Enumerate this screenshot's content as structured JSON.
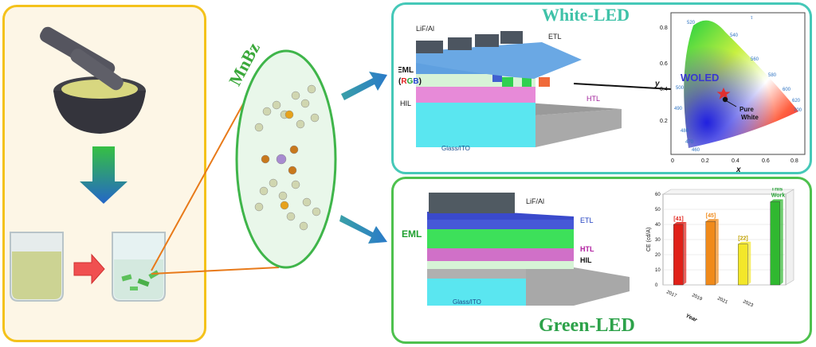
{
  "left_panel": {},
  "center": {
    "material": "MnBz"
  },
  "white_led": {
    "title": "White-LED",
    "layers": {
      "cathode": "LiF/Al",
      "etl": "ETL",
      "eml": "EML",
      "eml_rgb_r": "R",
      "eml_rgb_g": "G",
      "eml_rgb_b": "B",
      "htl": "HTL",
      "hil": "HIL",
      "substrate": "Glass/ITO"
    }
  },
  "cie": {
    "xlabel": "x",
    "ylabel": "y",
    "woled_label": "WOLED",
    "pure_white_label_1": "Pure",
    "pure_white_label_2": "White",
    "x_ticks": [
      "0",
      "0.2",
      "0.4",
      "0.6",
      "0.8"
    ],
    "y_ticks": [
      "0.8",
      "0.6",
      "0.4",
      "0.2"
    ],
    "locus_ticks": [
      "520",
      "540",
      "560",
      "580",
      "600",
      "620",
      "700",
      "500",
      "490",
      "480",
      "470",
      "460"
    ],
    "corner_tick": "τ",
    "woled_point": {
      "x": 0.3,
      "y": 0.37
    },
    "pure_white_point": {
      "x": 0.33,
      "y": 0.33
    }
  },
  "green_led": {
    "title": "Green-LED",
    "layers": {
      "cathode": "LiF/Al",
      "etl": "ETL",
      "eml": "EML",
      "htl": "HTL",
      "hil": "HIL",
      "substrate": "Glass/ITO"
    }
  },
  "chart_data": {
    "type": "bar",
    "categories": [
      "[41]",
      "[45]",
      "[22]",
      "This Work"
    ],
    "values": [
      40,
      42,
      27,
      55
    ],
    "colors": [
      "#e02018",
      "#f08a1a",
      "#f3e72a",
      "#30b830"
    ],
    "title": "",
    "xlabel": "Year",
    "ylabel": "CE (cd/A)",
    "ylim": [
      0,
      60
    ],
    "y_ticks": [
      "0",
      "10",
      "20",
      "30",
      "40",
      "50",
      "60"
    ],
    "x_ticks": [
      "2017",
      "2019",
      "2021",
      "2023"
    ],
    "grid": true
  }
}
